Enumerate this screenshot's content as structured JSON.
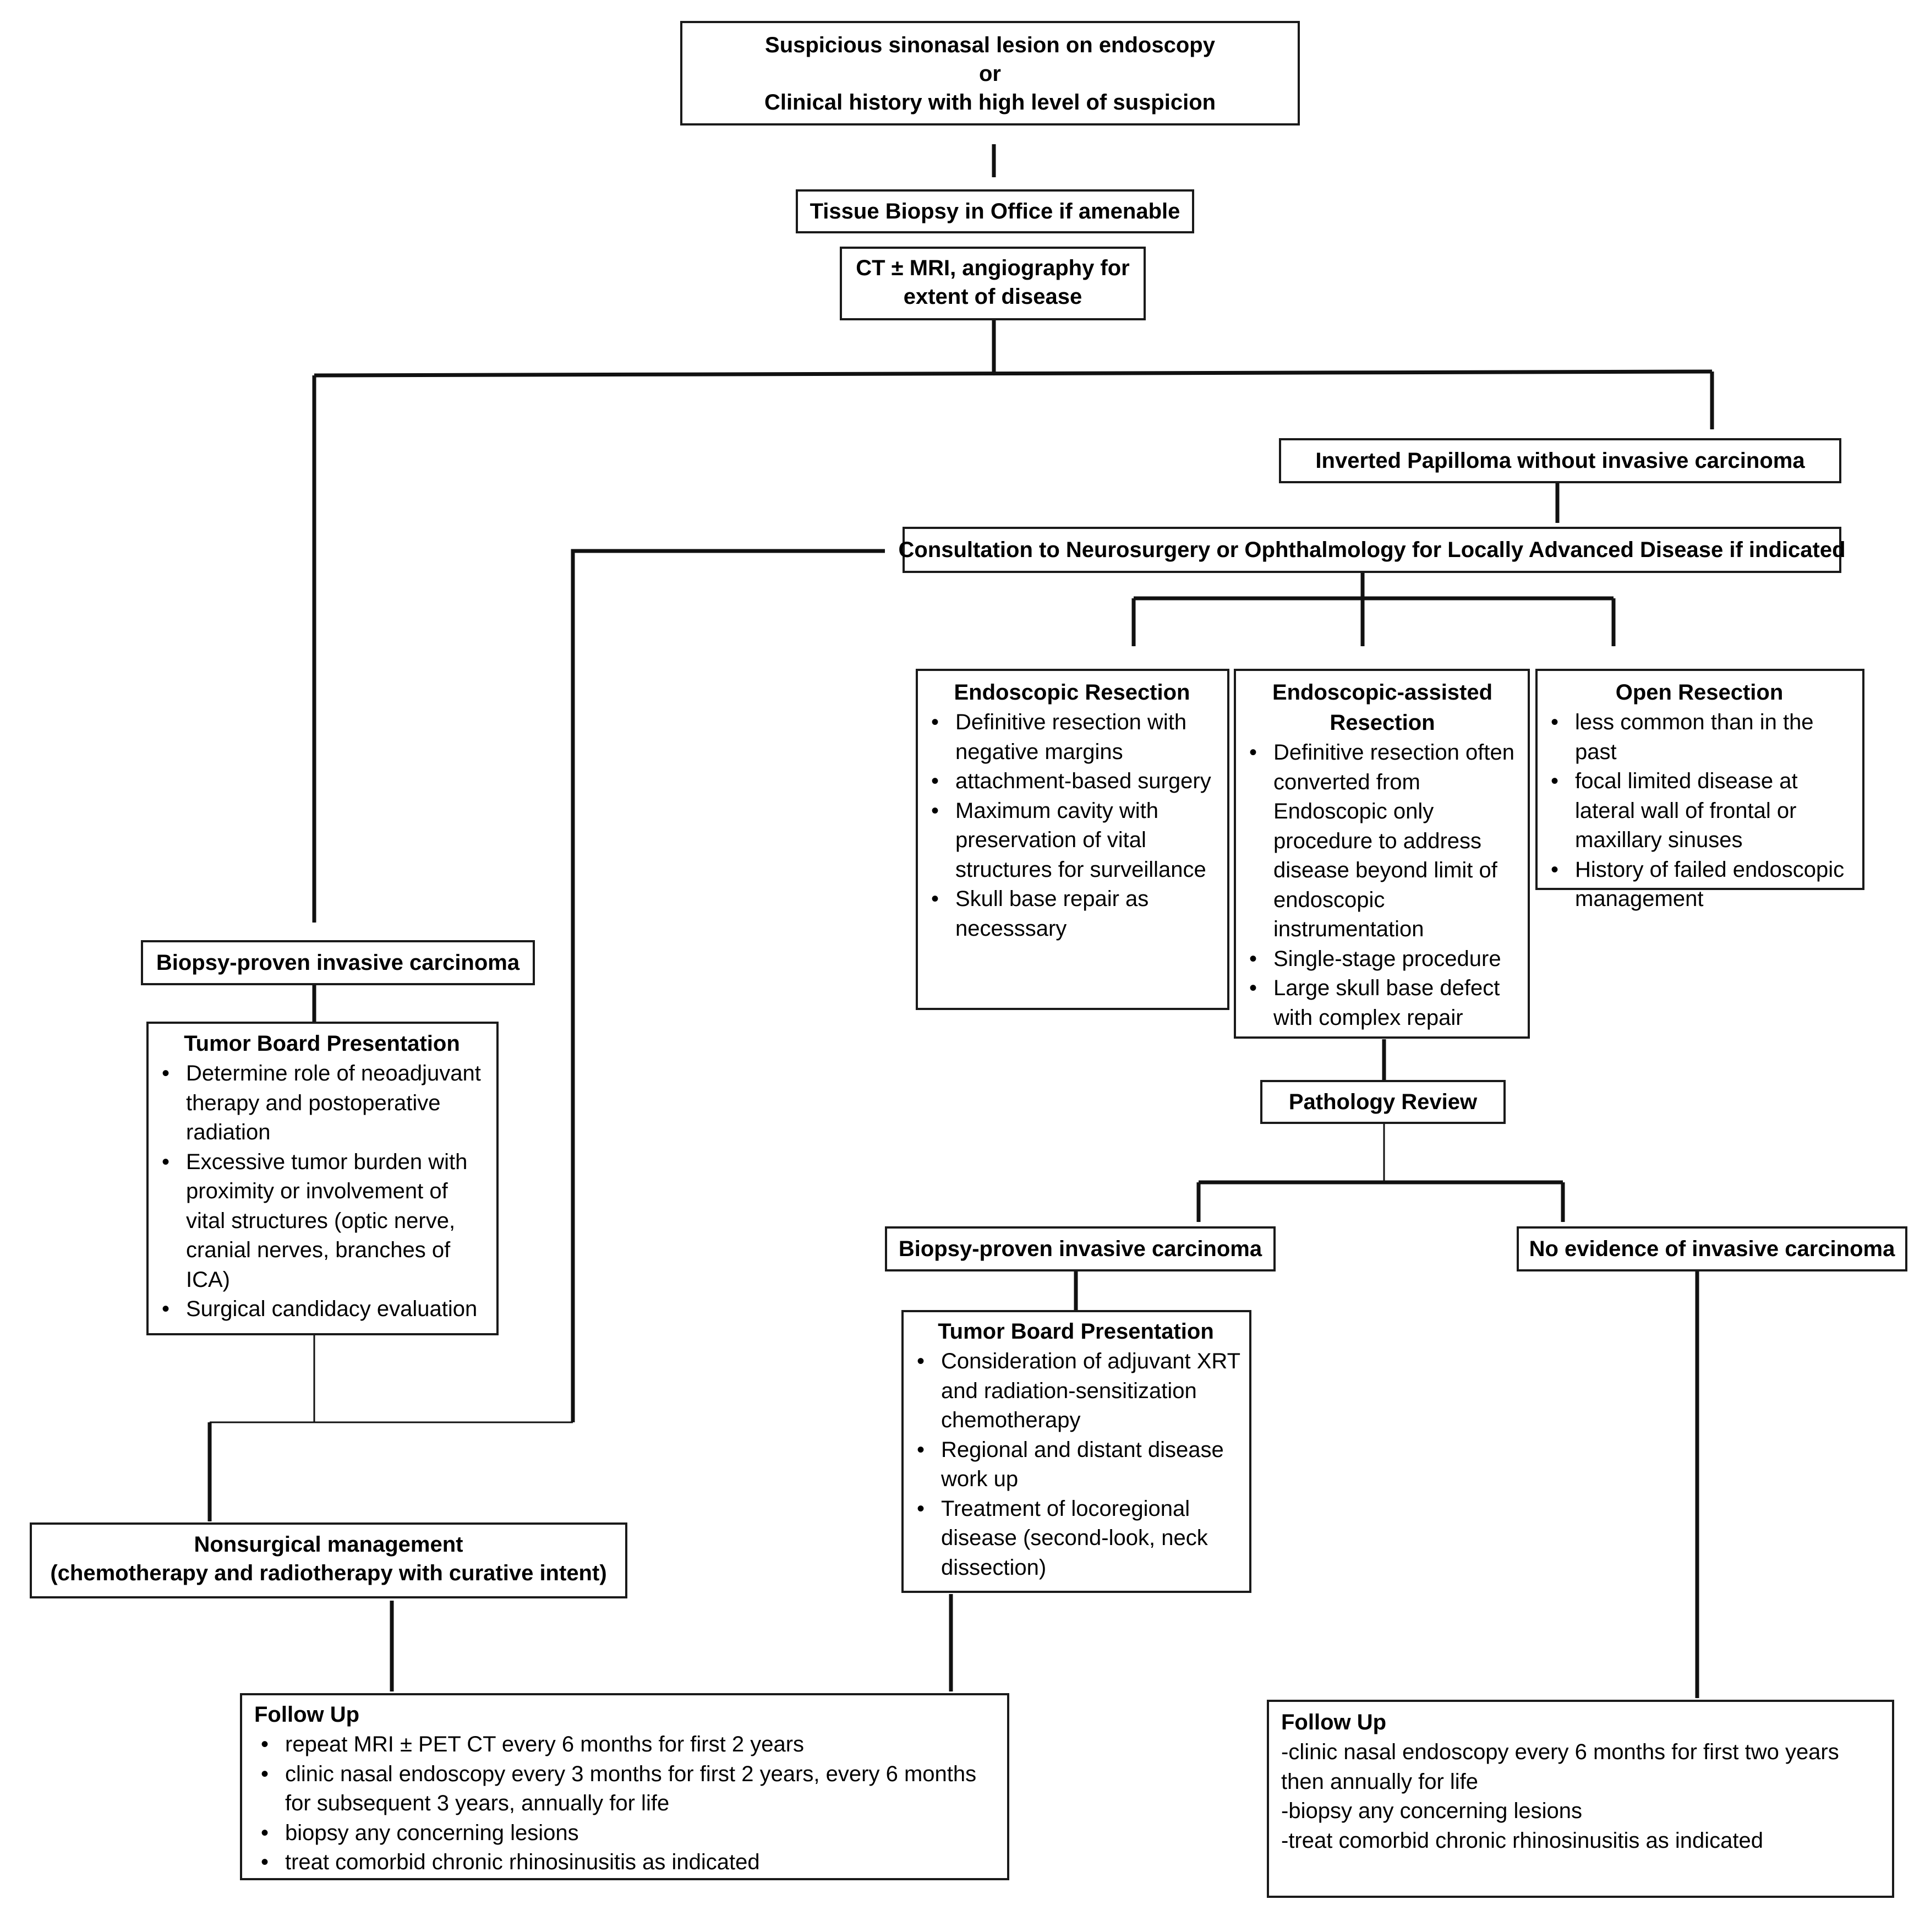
{
  "start": {
    "lines": [
      "Suspicious sinonasal lesion on endoscopy",
      "or",
      "Clinical history with high level of suspicion"
    ]
  },
  "biopsy_office": {
    "label": "Tissue Biopsy in Office if amenable"
  },
  "imaging": {
    "lines": [
      "CT ± MRI, angiography for",
      "extent of disease"
    ]
  },
  "inverted_papilloma": {
    "label": "Inverted Papilloma without invasive carcinoma"
  },
  "consultation": {
    "label": "Consultation to Neurosurgery or Ophthalmology for Locally Advanced Disease if indicated"
  },
  "endoscopic_resection": {
    "title": "Endoscopic Resection",
    "bullets": [
      "Definitive resection with negative margins",
      "attachment-based surgery",
      "Maximum cavity with preservation of vital structures for surveillance",
      "Skull base repair as necesssary"
    ]
  },
  "endoscopic_assisted": {
    "title": "Endoscopic-assisted Resection",
    "bullets": [
      "Definitive resection often converted from Endoscopic only procedure to address disease beyond limit of endoscopic instrumentation",
      "Single-stage procedure",
      "Large skull base defect with complex repair"
    ]
  },
  "open_resection": {
    "title": "Open Resection",
    "bullets": [
      "less common than in the past",
      "focal limited disease at lateral wall of frontal or maxillary sinuses",
      "History of failed endoscopic management"
    ]
  },
  "pathology_review": {
    "label": "Pathology Review"
  },
  "left_invasive": {
    "label": "Biopsy-proven invasive carcinoma"
  },
  "left_tumor_board": {
    "title": "Tumor Board Presentation",
    "bullets": [
      "Determine role of neoadjuvant therapy and postoperative radiation",
      "Excessive tumor burden with proximity or involvement of vital structures (optic nerve, cranial nerves, branches of ICA)",
      "Surgical candidacy evaluation"
    ]
  },
  "nonsurgical": {
    "lines": [
      "Nonsurgical management",
      "(chemotherapy and radiotherapy with curative intent)"
    ]
  },
  "right_invasive": {
    "label": "Biopsy-proven invasive carcinoma"
  },
  "no_evidence": {
    "label": "No evidence of invasive carcinoma"
  },
  "right_tumor_board": {
    "title": "Tumor Board Presentation",
    "bullets": [
      "Consideration of adjuvant XRT and radiation-sensitization chemotherapy",
      "Regional and distant disease work up",
      "Treatment of locoregional disease (second-look, neck dissection)"
    ]
  },
  "follow_up_left": {
    "title": "Follow Up",
    "bullets": [
      "repeat MRI ± PET CT every 6 months for first 2 years",
      "clinic nasal endoscopy every 3 months for first 2 years, every 6 months for subsequent 3 years, annually for life",
      "biopsy any concerning lesions",
      "treat comorbid chronic rhinosinusitis as indicated"
    ]
  },
  "follow_up_right": {
    "title": "Follow Up",
    "lines": [
      "-clinic nasal endoscopy every 6 months for first two years then annually for life",
      "-biopsy any concerning lesions",
      "-treat comorbid chronic rhinosinusitis as indicated"
    ]
  }
}
